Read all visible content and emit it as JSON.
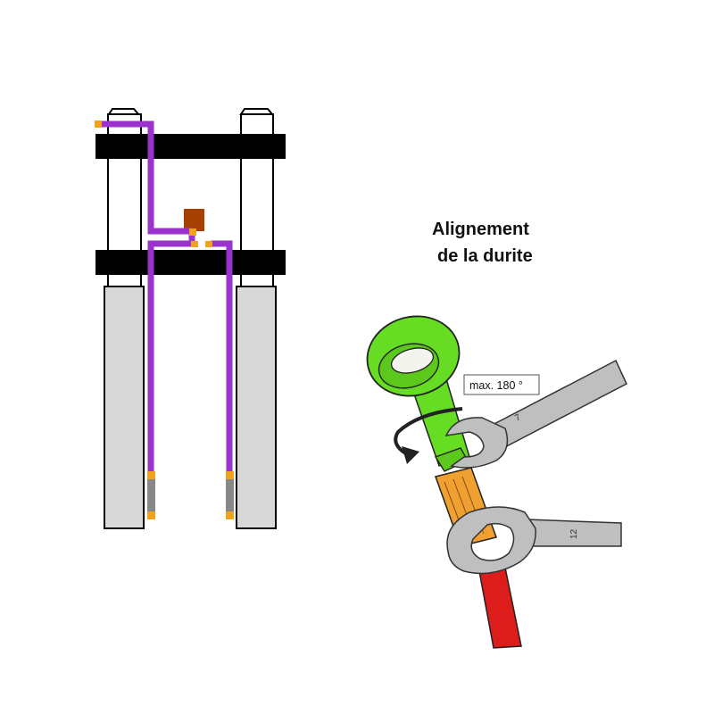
{
  "title": {
    "line1": "Alignement",
    "line2": "de la durite"
  },
  "callout": {
    "label": "max. 180 °"
  },
  "wrenches": {
    "upper_size": "7",
    "lower_size": "12"
  },
  "colors": {
    "hose": "#9933cc",
    "fitting_tip": "#f0a21c",
    "fitting_sleeve": "#888888",
    "splitter": "#a64000",
    "triple_clamp": "#000000",
    "fork_slider": "#d8d8d8",
    "banjo": "#66dd22",
    "fitting_nut": "#f0a030",
    "brake_line": "#dd1c1c",
    "wrench": "#bfbfbf"
  }
}
